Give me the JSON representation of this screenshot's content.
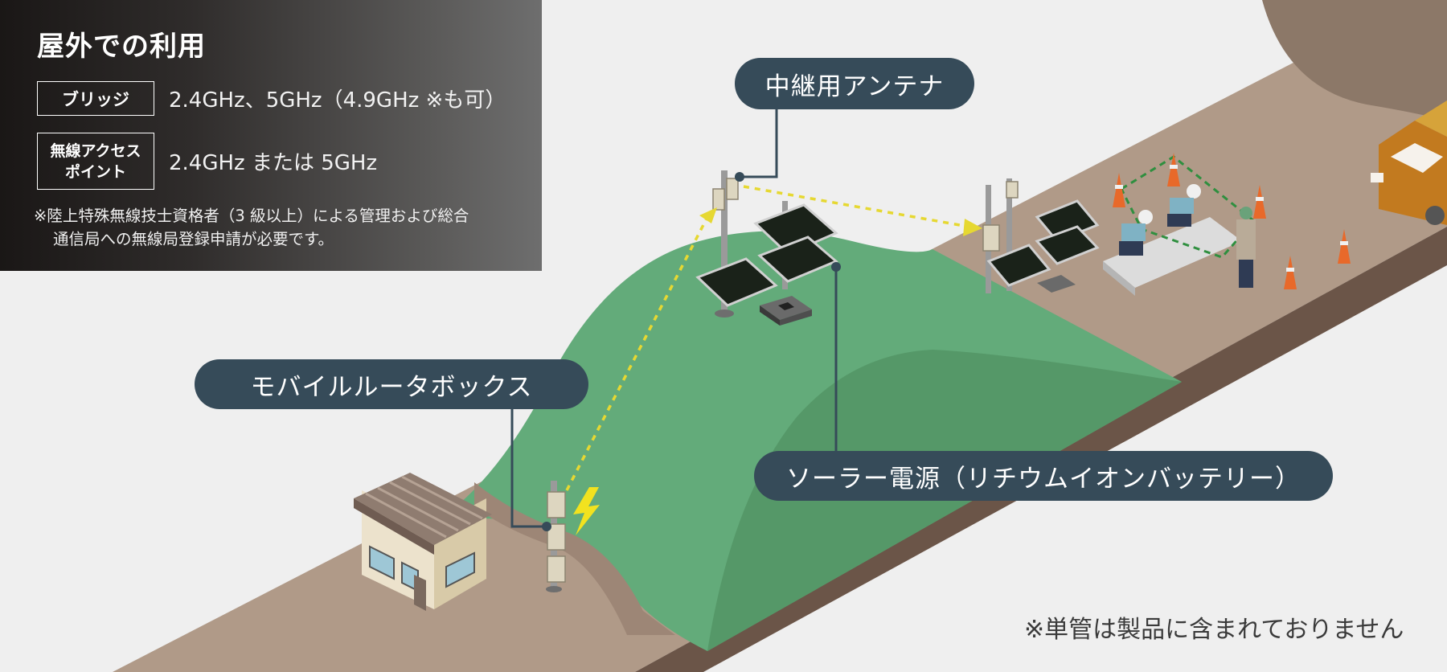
{
  "info_panel": {
    "title": "屋外での利用",
    "rows": [
      {
        "tag": "ブリッジ",
        "value": "2.4GHz、5GHz（4.9GHz ※も可）"
      },
      {
        "tag_line1": "無線アクセス",
        "tag_line2": "ポイント",
        "value": "2.4GHz または 5GHz"
      }
    ],
    "note_line1": "※陸上特殊無線技士資格者（3 級以上）による管理および総合",
    "note_line2": "通信局への無線局登録申請が必要です。"
  },
  "callouts": {
    "relay_antenna": "中継用アンテナ",
    "mobile_router_box": "モバイルルータボックス",
    "solar_power": "ソーラー電源（リチウムイオンバッテリー）"
  },
  "footnote": "※単管は製品に含まれておりません",
  "colors": {
    "panel_dark": "#1a1716",
    "callout_bg": "#364b59",
    "hill_green": "#63ab7a",
    "ground_brown": "#b09a88",
    "signal_yellow": "#e6d832"
  }
}
